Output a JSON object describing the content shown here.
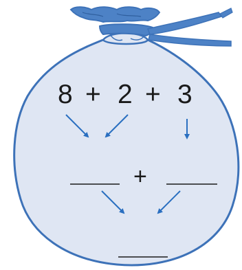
{
  "expression": {
    "term_1": "8",
    "operator_1": "+",
    "term_2": "2",
    "operator_2": "+",
    "term_3": "3"
  },
  "middle_row": {
    "operator": "+"
  },
  "colors": {
    "bag_fill": "#dfe6f3",
    "bag_outline": "#3d72b8",
    "tie_fill": "#4d82c6",
    "arrow": "#2a6fc0",
    "text": "#1a1a1a",
    "blank_line": "#1a1a1a"
  }
}
